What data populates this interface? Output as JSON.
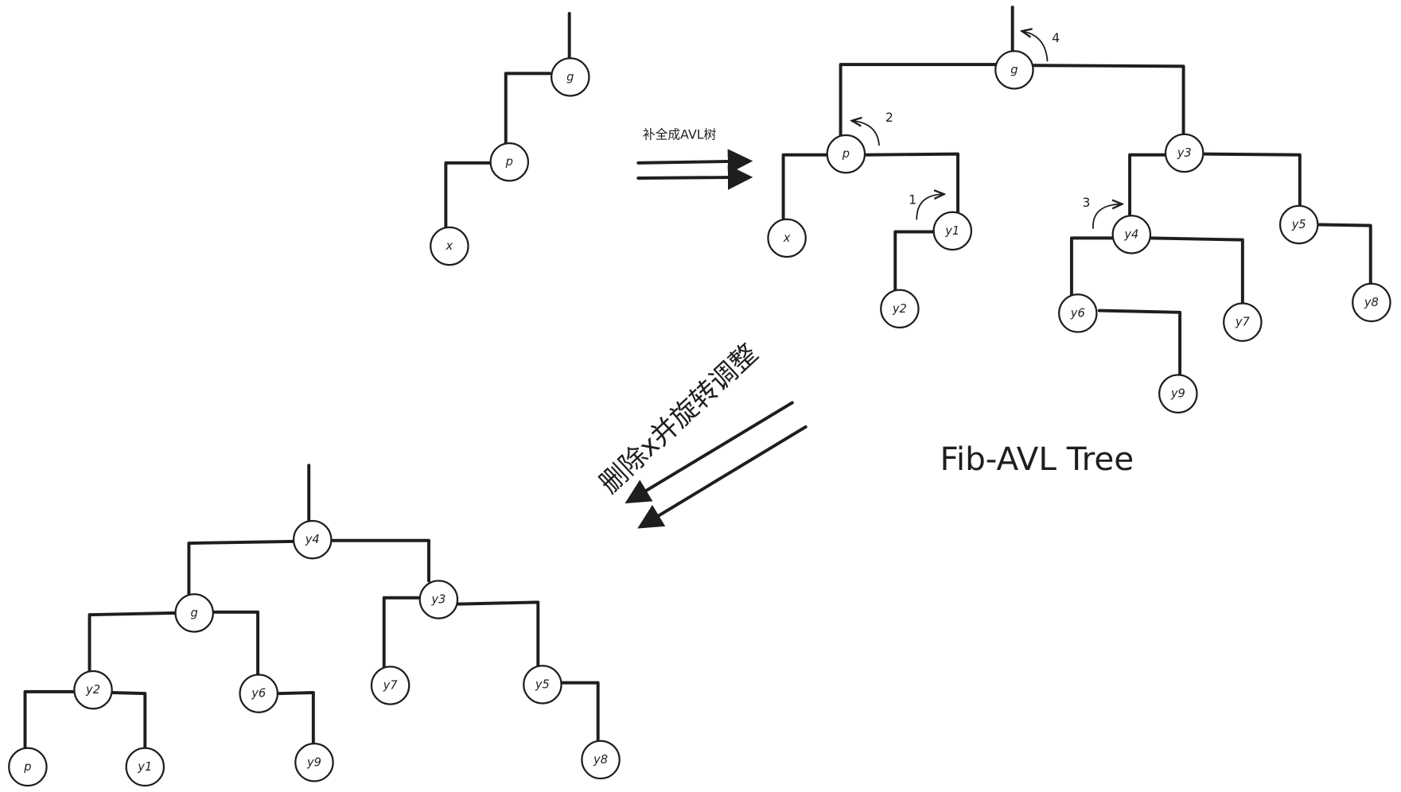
{
  "tree_original": {
    "nodes": [
      "g",
      "p",
      "x"
    ]
  },
  "step1_label": "补全成AVL树",
  "tree_fib_avl": {
    "nodes": [
      "g",
      "p",
      "x",
      "y1",
      "y2",
      "y3",
      "y4",
      "y5",
      "y6",
      "y7",
      "y8",
      "y9"
    ],
    "annotations": [
      "1",
      "2",
      "3",
      "4"
    ],
    "title": "Fib-AVL Tree"
  },
  "step2_label": "删除x并旋转调整",
  "tree_result": {
    "nodes": [
      "y4",
      "g",
      "y3",
      "y2",
      "y6",
      "y7",
      "y5",
      "p",
      "y1",
      "y9",
      "y8"
    ]
  }
}
